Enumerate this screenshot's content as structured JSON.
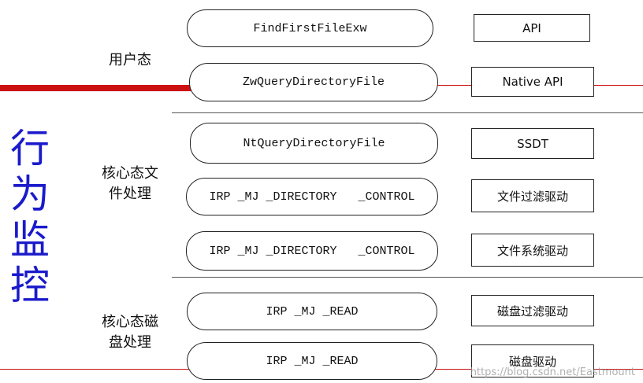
{
  "title": {
    "chars": [
      "行",
      "为",
      "监",
      "控"
    ],
    "color": "#1a1acc"
  },
  "layers": {
    "user_mode": "用户态",
    "kernel_fs_line1": "核心态文",
    "kernel_fs_line2": "件处理",
    "kernel_disk_line1": "核心态磁",
    "kernel_disk_line2": "盘处理"
  },
  "functions": [
    {
      "name": "FindFirstFileExw",
      "layer": "API"
    },
    {
      "name": "ZwQueryDirectoryFile",
      "layer": "Native API"
    },
    {
      "name": "NtQueryDirectoryFile",
      "layer": "SSDT"
    },
    {
      "name": "IRP _MJ _DIRECTORY   _CONTROL",
      "layer": "文件过滤驱动"
    },
    {
      "name": "IRP _MJ _DIRECTORY   _CONTROL",
      "layer": "文件系统驱动"
    },
    {
      "name": "IRP _MJ _READ",
      "layer": "磁盘过滤驱动"
    },
    {
      "name": "IRP _MJ _READ",
      "layer": "磁盘驱动"
    }
  ],
  "watermark": "https://blog.csdn.net/Eastmount",
  "accent_color": "#cc1111"
}
